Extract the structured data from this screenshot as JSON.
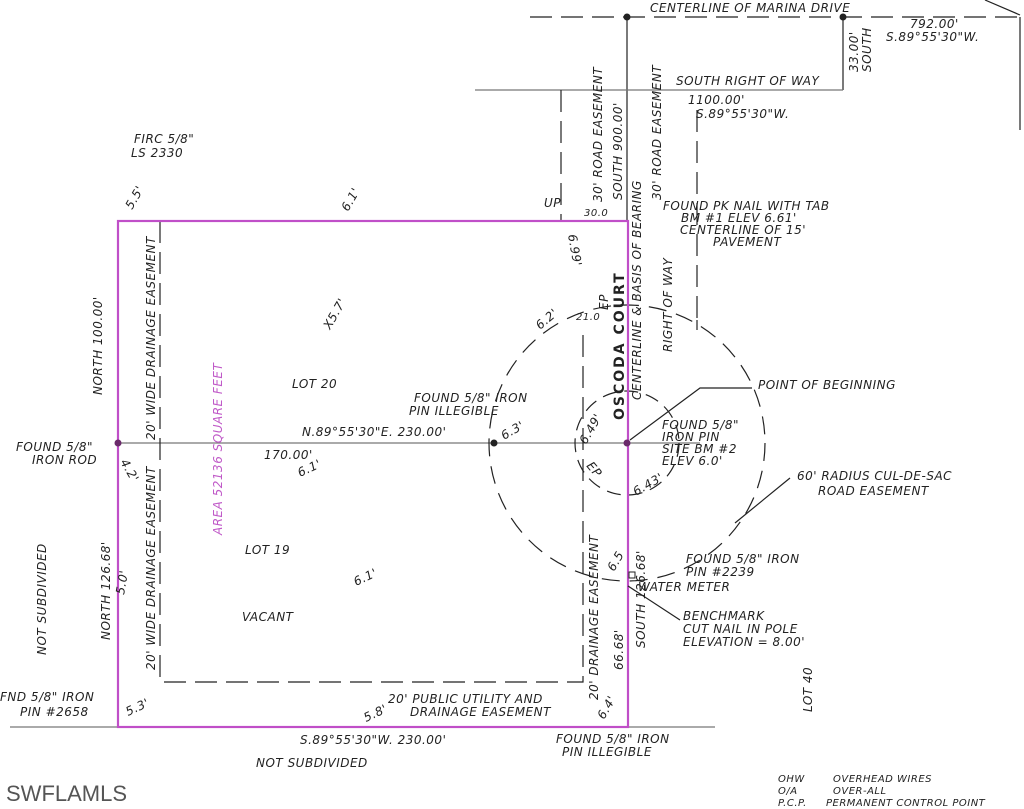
{
  "labels": {
    "marina_centerline": "CENTERLINE OF MARINA DRIVE",
    "dist_792": "792.00'",
    "bearing_792": "S.89°55'30\"W.",
    "south_33": "33.00'",
    "south_33_dir": "SOUTH",
    "south_row": "SOUTH RIGHT OF WAY",
    "dist_1100": "1100.00'",
    "bearing_1100": "S.89°55'30\"W.",
    "road_easement_left": "30' ROAD EASEMENT",
    "south_900": "SOUTH  900.00'",
    "road_easement_right": "30' ROAD EASEMENT",
    "basis_of_bearing": "CENTERLINE & BASIS OF BEARING",
    "right_of_way": "RIGHT OF WAY",
    "oscoda_court": "OSCODA COURT",
    "pk_nail_1": "FOUND PK NAIL WITH TAB",
    "pk_nail_2": "BM #1  ELEV 6.61'",
    "pk_nail_3": "CENTERLINE OF 15'",
    "pk_nail_4": "PAVEMENT",
    "firc_1": "FIRC 5/8\"",
    "firc_2": "LS 2330",
    "up": "UP",
    "dim_30": "30.0",
    "elev_5_5": "5.5'",
    "elev_6_1_top": "6.1'",
    "elev_6_99": "6.99'",
    "elev_5_7": "X5.7'",
    "elev_6_2": "6.2'",
    "ep_top": "EP",
    "dim_21": "21.0",
    "north_100": "NORTH  100.00'",
    "drainage_upper": "20' WIDE DRAINAGE EASEMENT",
    "area": "AREA 52136 SQUARE FEET",
    "lot_20": "LOT  20",
    "iron_pin_illegible_1": "FOUND 5/8\" IRON",
    "iron_pin_illegible_2": "PIN  ILLEGIBLE",
    "mid_bearing": "N.89°55'30\"E.   230.00'",
    "elev_6_3": "6.3'",
    "found_rod_1": "FOUND 5/8\"",
    "found_rod_2": "IRON ROD",
    "elev_4_2": "4.2'",
    "dim_170": "170.00'",
    "elev_6_1_mid": "6.1'",
    "elev_6_49": "6.49'",
    "ep_bottom": "EP",
    "pob": "POINT OF BEGINNING",
    "site_bm_1": "FOUND 5/8\"",
    "site_bm_2": "IRON PIN",
    "site_bm_3": "SITE BM #2",
    "site_bm_4": "ELEV 6.0'",
    "elev_6_43": "6.43'",
    "culdesac_1": "60' RADIUS CUL-DE-SAC",
    "culdesac_2": "ROAD EASEMENT",
    "not_subdivided_left": "NOT SUBDIVIDED",
    "north_126": "NORTH  126.68'",
    "elev_5_0": "5.0'",
    "drainage_lower": "20' WIDE DRAINAGE EASEMENT",
    "lot_19": "LOT 19",
    "elev_6_1_low": "6.1'",
    "vacant": "VACANT",
    "drainage_right": "20' DRAINAGE EASEMENT",
    "dim_66": "66.68'",
    "south_126": "SOUTH   126.68'",
    "elev_6_5": "6.5",
    "pin_2239_1": "FOUND 5/8\" IRON",
    "pin_2239_2": "PIN #2239",
    "water_meter": "WATER METER",
    "benchmark_1": "BENCHMARK",
    "benchmark_2": "CUT NAIL IN POLE",
    "benchmark_3": "ELEVATION = 8.00'",
    "lot_40": "LOT 40",
    "fnd_2658_1": "FND 5/8\" IRON",
    "fnd_2658_2": "PIN  #2658",
    "elev_5_3": "5.3'",
    "elev_5_8": "5.8'",
    "utility_1": "20' PUBLIC UTILITY AND",
    "utility_2": "DRAINAGE EASEMENT",
    "elev_6_4": "6.4'",
    "bottom_bearing": "S.89°55'30\"W.   230.00'",
    "found_illegible_b_1": "FOUND 5/8\" IRON",
    "found_illegible_b_2": "PIN  ILLEGIBLE",
    "not_subdivided_bottom": "NOT SUBDIVIDED",
    "logo": "SWFLAMLS"
  },
  "legend": [
    {
      "code": "OHW",
      "meaning": "OVERHEAD WIRES"
    },
    {
      "code": "O/A",
      "meaning": "OVER-ALL"
    },
    {
      "code": "P.C.P.",
      "meaning": "PERMANENT CONTROL POINT"
    }
  ],
  "colors": {
    "boundary": "#c04fc8",
    "linework": "#222222"
  }
}
